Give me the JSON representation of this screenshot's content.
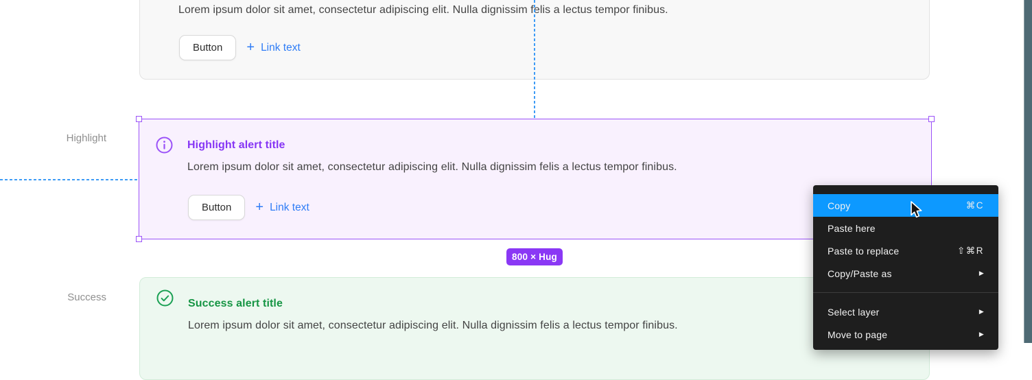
{
  "canvas": {
    "default_alert": {
      "body": "Lorem ipsum dolor sit amet, consectetur adipiscing elit. Nulla dignissim felis a lectus tempor finibus.",
      "button_label": "Button",
      "plus": "+",
      "link_label": "Link text"
    },
    "highlight_alert": {
      "label": "Highlight",
      "title": "Highlight alert title",
      "body": "Lorem ipsum dolor sit amet, consectetur adipiscing elit. Nulla dignissim felis a lectus tempor finibus.",
      "button_label": "Button",
      "plus": "+",
      "link_label": "Link text"
    },
    "success_alert": {
      "label": "Success",
      "title": "Success alert title",
      "body": "Lorem ipsum dolor sit amet, consectetur adipiscing elit. Nulla dignissim felis a lectus tempor finibus."
    },
    "selection": {
      "size_badge": "800 × Hug"
    }
  },
  "context_menu": {
    "items": [
      {
        "label": "Copy",
        "shortcut": "⌘C",
        "highlighted": true
      },
      {
        "label": "Paste here"
      },
      {
        "label": "Paste to replace",
        "shortcut": "⇧⌘R"
      },
      {
        "label": "Copy/Paste as",
        "submenu": true
      },
      {
        "separator": true
      },
      {
        "label": "Select layer",
        "submenu": true
      },
      {
        "label": "Move to page",
        "submenu": true
      }
    ],
    "submenu_arrow": "▶"
  },
  "colors": {
    "selection_purple": "#9B52F8",
    "badge_purple": "#8A38F5",
    "highlight_title_purple": "#8636F5",
    "success_green": "#169544",
    "link_blue": "#2E7CF6",
    "menu_highlight_blue": "#0D99FF",
    "menu_background": "#1E1E1E",
    "guide_blue": "#3D9BF5",
    "side_strip_teal": "#4E6A74"
  }
}
